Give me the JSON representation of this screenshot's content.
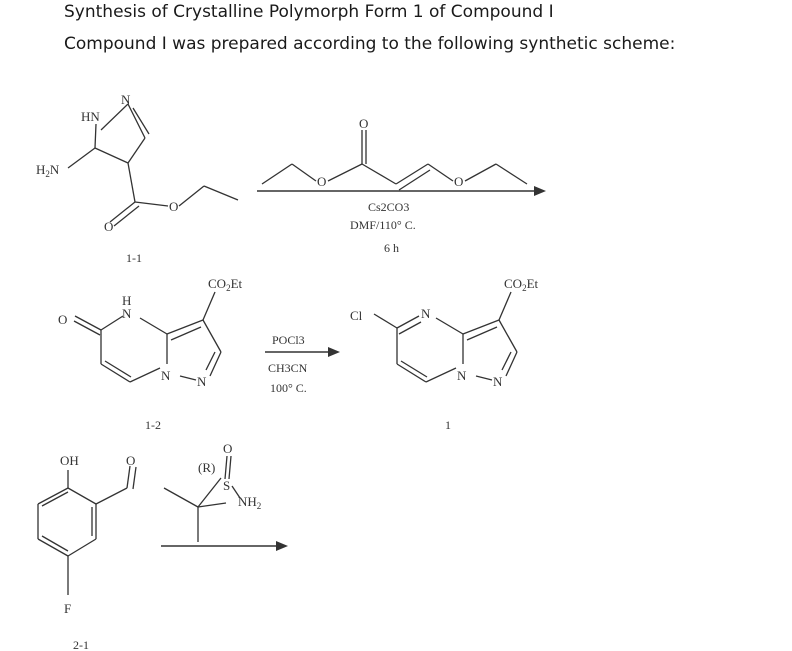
{
  "document": {
    "title": "Synthesis of Crystalline Polymorph Form 1 of Compound I",
    "intro": "Compound I was prepared according to the following synthetic scheme:"
  },
  "scheme": {
    "step1": {
      "reagent_above": "ethyl (E)-3-ethoxyacrylate",
      "conditions": [
        "Cs2CO3",
        "DMF/110° C.",
        "6 h"
      ],
      "starting_material_id": "1-1"
    },
    "step2": {
      "conditions": [
        "POCl3",
        "CH3CN",
        "100° C."
      ],
      "starting_material_id": "1-2",
      "product_id": "1"
    },
    "step3": {
      "starting_material_id": "2-1",
      "reagent_config": "(R)"
    },
    "atoms": {
      "HN": "HN",
      "N": "N",
      "H2N_main": "H",
      "H2N_sub": "2",
      "H2N_tail": "N",
      "O": "O",
      "CO2Et_a": "CO",
      "CO2Et_sub": "2",
      "CO2Et_b": "Et",
      "H": "H",
      "Cl": "Cl",
      "OH": "OH",
      "F": "F",
      "S": "S",
      "NH2_main": "NH",
      "NH2_sub": "2"
    }
  }
}
